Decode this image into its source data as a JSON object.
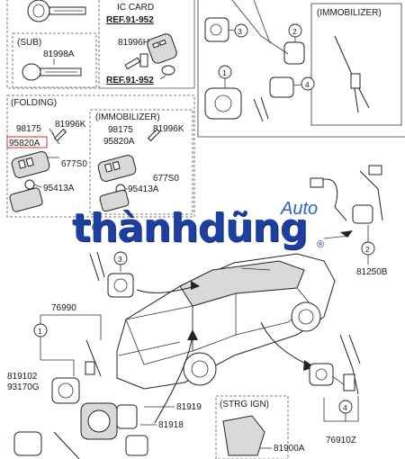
{
  "sections": {
    "ic_card": "IC CARD",
    "sub": "(SUB)",
    "immobilizer_top": "(IMMOBILIZER)",
    "folding": "(FOLDING)",
    "immobilizer_folding": "(IMMOBILIZER)",
    "strg_ign": "(STRG  IGN)"
  },
  "refs": {
    "ref_top": "REF.91-952",
    "ref_bottom": "REF.91-952"
  },
  "part_numbers": {
    "p81996h": "81996H",
    "p81998a": "81998A",
    "p98175_a": "98175",
    "p81996k_a": "81996K",
    "p95820a_a": "95820A",
    "p677s0_a": "677S0",
    "p95413a_a": "95413A",
    "p98175_b": "98175",
    "p81996k_b": "81996K",
    "p95820a_b": "95820A",
    "p677s0_b": "677S0",
    "p95413a_b": "95413A",
    "p76990": "76990",
    "p819102": "819102",
    "p93170g": "93170G",
    "p81919": "81919",
    "p81918": "81918",
    "p81250b": "81250B",
    "p76910z": "76910Z",
    "p81900a": "81900A"
  },
  "callouts": {
    "c1_top": "1",
    "c2_top": "2",
    "c3_top": "3",
    "c4_top": "4",
    "c3_mid": "3",
    "c2_right": "2",
    "c1_left": "1",
    "c4_right": "4"
  },
  "watermark": {
    "brand": "thànhdũng",
    "suffix": "Auto",
    "registered": "®"
  },
  "colors": {
    "watermark": "#1d3fa0",
    "highlight_box": "#cc3333",
    "frame": "#555555"
  }
}
